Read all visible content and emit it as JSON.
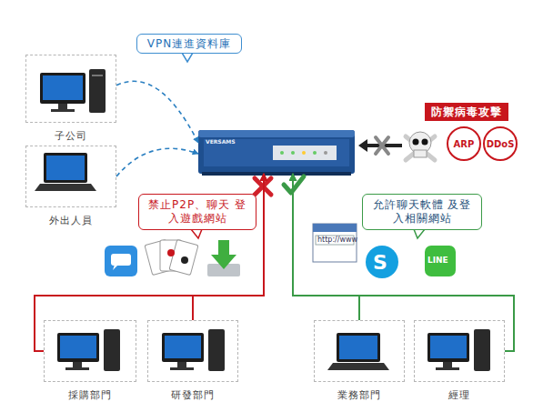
{
  "diagram": {
    "nodes": [
      {
        "text": [
          "VPN連進資料庫"
        ]
      },
      {
        "text": [
          "子公司"
        ]
      },
      {
        "text": [
          "防禦病毒攻擊"
        ]
      },
      {
        "text": [
          "VERSAMS"
        ]
      },
      {
        "text": [
          "外出人員"
        ]
      },
      {
        "text": [
          "ARP"
        ]
      },
      {
        "text": [
          "DDoS"
        ]
      },
      {
        "text": [
          "禁止P2P、聊天 登入遊戲網站"
        ]
      },
      {
        "text": [
          "允許聊天軟體 及登入相關網站"
        ]
      },
      {
        "text": [
          "採購部門"
        ]
      },
      {
        "text": [
          "研發部門"
        ]
      },
      {
        "text": [
          "業務部門"
        ]
      },
      {
        "text": [
          "經理"
        ]
      }
    ],
    "edges": [
      {
        "from": 1,
        "to": 3,
        "arrow": "to"
      },
      {
        "from": 4,
        "to": 3,
        "arrow": "to"
      },
      {
        "from": 9,
        "to": 3,
        "arrow": "to"
      },
      {
        "from": 10,
        "to": 3,
        "arrow": "to"
      },
      {
        "from": 11,
        "to": 3,
        "arrow": "to"
      },
      {
        "from": 12,
        "to": 3,
        "arrow": "to"
      }
    ],
    "labels": [
      "http://www",
      "S",
      "LINE"
    ]
  }
}
